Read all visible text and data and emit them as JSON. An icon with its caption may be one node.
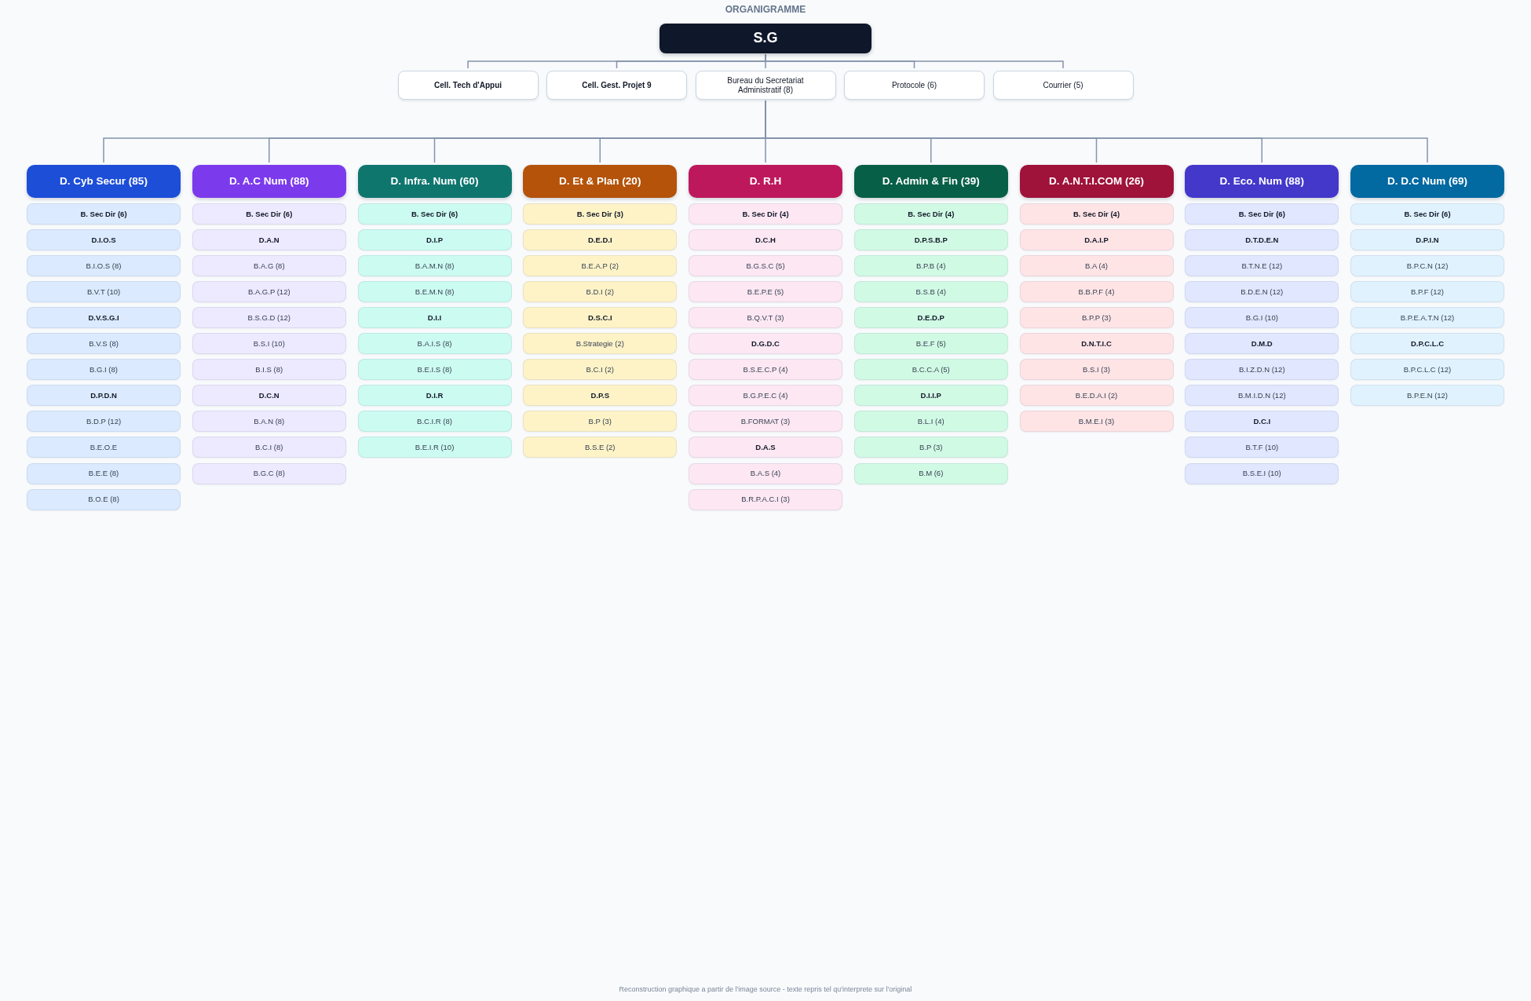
{
  "diagram": {
    "title": "ORGANIGRAMME",
    "nodes": [
      {
        "text": [
          "S.G"
        ]
      },
      {
        "text": [
          "Cell. Tech d'Appui"
        ]
      },
      {
        "text": [
          "Cell. Gest. Projet 9"
        ]
      },
      {
        "text": [
          "Bureau du Secretariat Administratif (8)"
        ]
      },
      {
        "text": [
          "Protocole (6)"
        ]
      },
      {
        "text": [
          "Courrier (5)"
        ]
      },
      {
        "text": [
          "D. Cyb Secur (85)"
        ]
      },
      {
        "text": [
          "B. Sec Dir (6)"
        ]
      },
      {
        "text": [
          "D.I.O.S"
        ]
      },
      {
        "text": [
          "B.I.O.S (8)"
        ]
      },
      {
        "text": [
          "B.V.T (10)"
        ]
      },
      {
        "text": [
          "D.V.S.G.I"
        ]
      },
      {
        "text": [
          "B.V.S (8)"
        ]
      },
      {
        "text": [
          "B.G.I (8)"
        ]
      },
      {
        "text": [
          "D.P.D.N"
        ]
      },
      {
        "text": [
          "B.D.P (12)"
        ]
      },
      {
        "text": [
          "B.E.O.E"
        ]
      },
      {
        "text": [
          "B.E.E (8)"
        ]
      },
      {
        "text": [
          "B.O.E (8)"
        ]
      },
      {
        "text": [
          "D. A.C Num (88)"
        ]
      },
      {
        "text": [
          "B. Sec Dir (6)"
        ]
      },
      {
        "text": [
          "D.A.N"
        ]
      },
      {
        "text": [
          "B.A.G (8)"
        ]
      },
      {
        "text": [
          "B.A.G.P (12)"
        ]
      },
      {
        "text": [
          "B.S.G.D (12)"
        ]
      },
      {
        "text": [
          "B.S.I (10)"
        ]
      },
      {
        "text": [
          "B.I.S (8)"
        ]
      },
      {
        "text": [
          "D.C.N"
        ]
      },
      {
        "text": [
          "B.A.N (8)"
        ]
      },
      {
        "text": [
          "B.C.I (8)"
        ]
      },
      {
        "text": [
          "B.G.C (8)"
        ]
      },
      {
        "text": [
          "D. Infra. Num (60)"
        ]
      },
      {
        "text": [
          "B. Sec Dir (6)"
        ]
      },
      {
        "text": [
          "D.I.P"
        ]
      },
      {
        "text": [
          "B.A.M.N (8)"
        ]
      },
      {
        "text": [
          "B.E.M.N (8)"
        ]
      },
      {
        "text": [
          "D.I.I"
        ]
      },
      {
        "text": [
          "B.A.I.S (8)"
        ]
      },
      {
        "text": [
          "B.E.I.S (8)"
        ]
      },
      {
        "text": [
          "D.I.R"
        ]
      },
      {
        "text": [
          "B.C.I.R (8)"
        ]
      },
      {
        "text": [
          "B.E.I.R (10)"
        ]
      },
      {
        "text": [
          "D. Et & Plan (20)"
        ]
      },
      {
        "text": [
          "B. Sec Dir (3)"
        ]
      },
      {
        "text": [
          "D.E.D.I"
        ]
      },
      {
        "text": [
          "B.E.A.P (2)"
        ]
      },
      {
        "text": [
          "B.D.I (2)"
        ]
      },
      {
        "text": [
          "D.S.C.I"
        ]
      },
      {
        "text": [
          "B.Strategie (2)"
        ]
      },
      {
        "text": [
          "B.C.I (2)"
        ]
      },
      {
        "text": [
          "D.P.S"
        ]
      },
      {
        "text": [
          "B.P (3)"
        ]
      },
      {
        "text": [
          "B.S.E (2)"
        ]
      },
      {
        "text": [
          "D. R.H"
        ]
      },
      {
        "text": [
          "B. Sec Dir (4)"
        ]
      },
      {
        "text": [
          "D.C.H"
        ]
      },
      {
        "text": [
          "B.G.S.C (5)"
        ]
      },
      {
        "text": [
          "B.E.P.E (5)"
        ]
      },
      {
        "text": [
          "B.Q.V.T (3)"
        ]
      },
      {
        "text": [
          "D.G.D.C"
        ]
      },
      {
        "text": [
          "B.S.E.C.P (4)"
        ]
      },
      {
        "text": [
          "B.G.P.E.C (4)"
        ]
      },
      {
        "text": [
          "B.FORMAT (3)"
        ]
      },
      {
        "text": [
          "D.A.S"
        ]
      },
      {
        "text": [
          "B.A.S (4)"
        ]
      },
      {
        "text": [
          "B.R.P.A.C.I (3)"
        ]
      },
      {
        "text": [
          "D. Admin & Fin (39)"
        ]
      },
      {
        "text": [
          "B. Sec Dir (4)"
        ]
      },
      {
        "text": [
          "D.P.S.B.P"
        ]
      },
      {
        "text": [
          "B.P.B (4)"
        ]
      },
      {
        "text": [
          "B.S.B (4)"
        ]
      },
      {
        "text": [
          "D.E.D.P"
        ]
      },
      {
        "text": [
          "B.E.F (5)"
        ]
      },
      {
        "text": [
          "B.C.C.A (5)"
        ]
      },
      {
        "text": [
          "D.I.I.P"
        ]
      },
      {
        "text": [
          "B.L.I (4)"
        ]
      },
      {
        "text": [
          "B.P (3)"
        ]
      },
      {
        "text": [
          "B.M (6)"
        ]
      },
      {
        "text": [
          "D. A.N.T.I.COM (26)"
        ]
      },
      {
        "text": [
          "B. Sec Dir (4)"
        ]
      },
      {
        "text": [
          "D.A.I.P"
        ]
      },
      {
        "text": [
          "B.A (4)"
        ]
      },
      {
        "text": [
          "B.B.P.F (4)"
        ]
      },
      {
        "text": [
          "B.P.P (3)"
        ]
      },
      {
        "text": [
          "D.N.T.I.C"
        ]
      },
      {
        "text": [
          "B.S.I (3)"
        ]
      },
      {
        "text": [
          "B.E.D.A.I (2)"
        ]
      },
      {
        "text": [
          "B.M.E.I (3)"
        ]
      },
      {
        "text": [
          "D. Eco. Num (88)"
        ]
      },
      {
        "text": [
          "B. Sec Dir (6)"
        ]
      },
      {
        "text": [
          "D.T.D.E.N"
        ]
      },
      {
        "text": [
          "B.T.N.E (12)"
        ]
      },
      {
        "text": [
          "B.D.E.N (12)"
        ]
      },
      {
        "text": [
          "B.G.I (10)"
        ]
      },
      {
        "text": [
          "D.M.D"
        ]
      },
      {
        "text": [
          "B.I.Z.D.N (12)"
        ]
      },
      {
        "text": [
          "B.M.I.D.N (12)"
        ]
      },
      {
        "text": [
          "D.C.I"
        ]
      },
      {
        "text": [
          "B.T.F (10)"
        ]
      },
      {
        "text": [
          "B.S.E.I (10)"
        ]
      },
      {
        "text": [
          "D. D.C Num (69)"
        ]
      },
      {
        "text": [
          "B. Sec Dir (6)"
        ]
      },
      {
        "text": [
          "D.P.I.N"
        ]
      },
      {
        "text": [
          "B.P.C.N (12)"
        ]
      },
      {
        "text": [
          "B.P.F (12)"
        ]
      },
      {
        "text": [
          "B.P.E.A.T.N (12)"
        ]
      },
      {
        "text": [
          "D.P.C.L.C"
        ]
      },
      {
        "text": [
          "B.P.C.L.C (12)"
        ]
      },
      {
        "text": [
          "B.P.E.N (12)"
        ]
      }
    ],
    "edges": [
      {
        "from": 0,
        "to": 1,
        "arrow": "none"
      },
      {
        "from": 0,
        "to": 2,
        "arrow": "none"
      },
      {
        "from": 0,
        "to": 3,
        "arrow": "none"
      },
      {
        "from": 0,
        "to": 4,
        "arrow": "none"
      },
      {
        "from": 0,
        "to": 5,
        "arrow": "none"
      },
      {
        "from": 3,
        "to": 6,
        "arrow": "none"
      },
      {
        "from": 3,
        "to": 19,
        "arrow": "none"
      },
      {
        "from": 3,
        "to": 31,
        "arrow": "none"
      },
      {
        "from": 3,
        "to": 42,
        "arrow": "none"
      },
      {
        "from": 3,
        "to": 53,
        "arrow": "none"
      },
      {
        "from": 3,
        "to": 66,
        "arrow": "none"
      },
      {
        "from": 3,
        "to": 78,
        "arrow": "none"
      },
      {
        "from": 3,
        "to": 88,
        "arrow": "none"
      },
      {
        "from": 3,
        "to": 100,
        "arrow": "none"
      }
    ],
    "labels": [
      "Reconstruction graphique a partir de l'image source - texte repris tel qu'interprete sur l'original"
    ]
  }
}
